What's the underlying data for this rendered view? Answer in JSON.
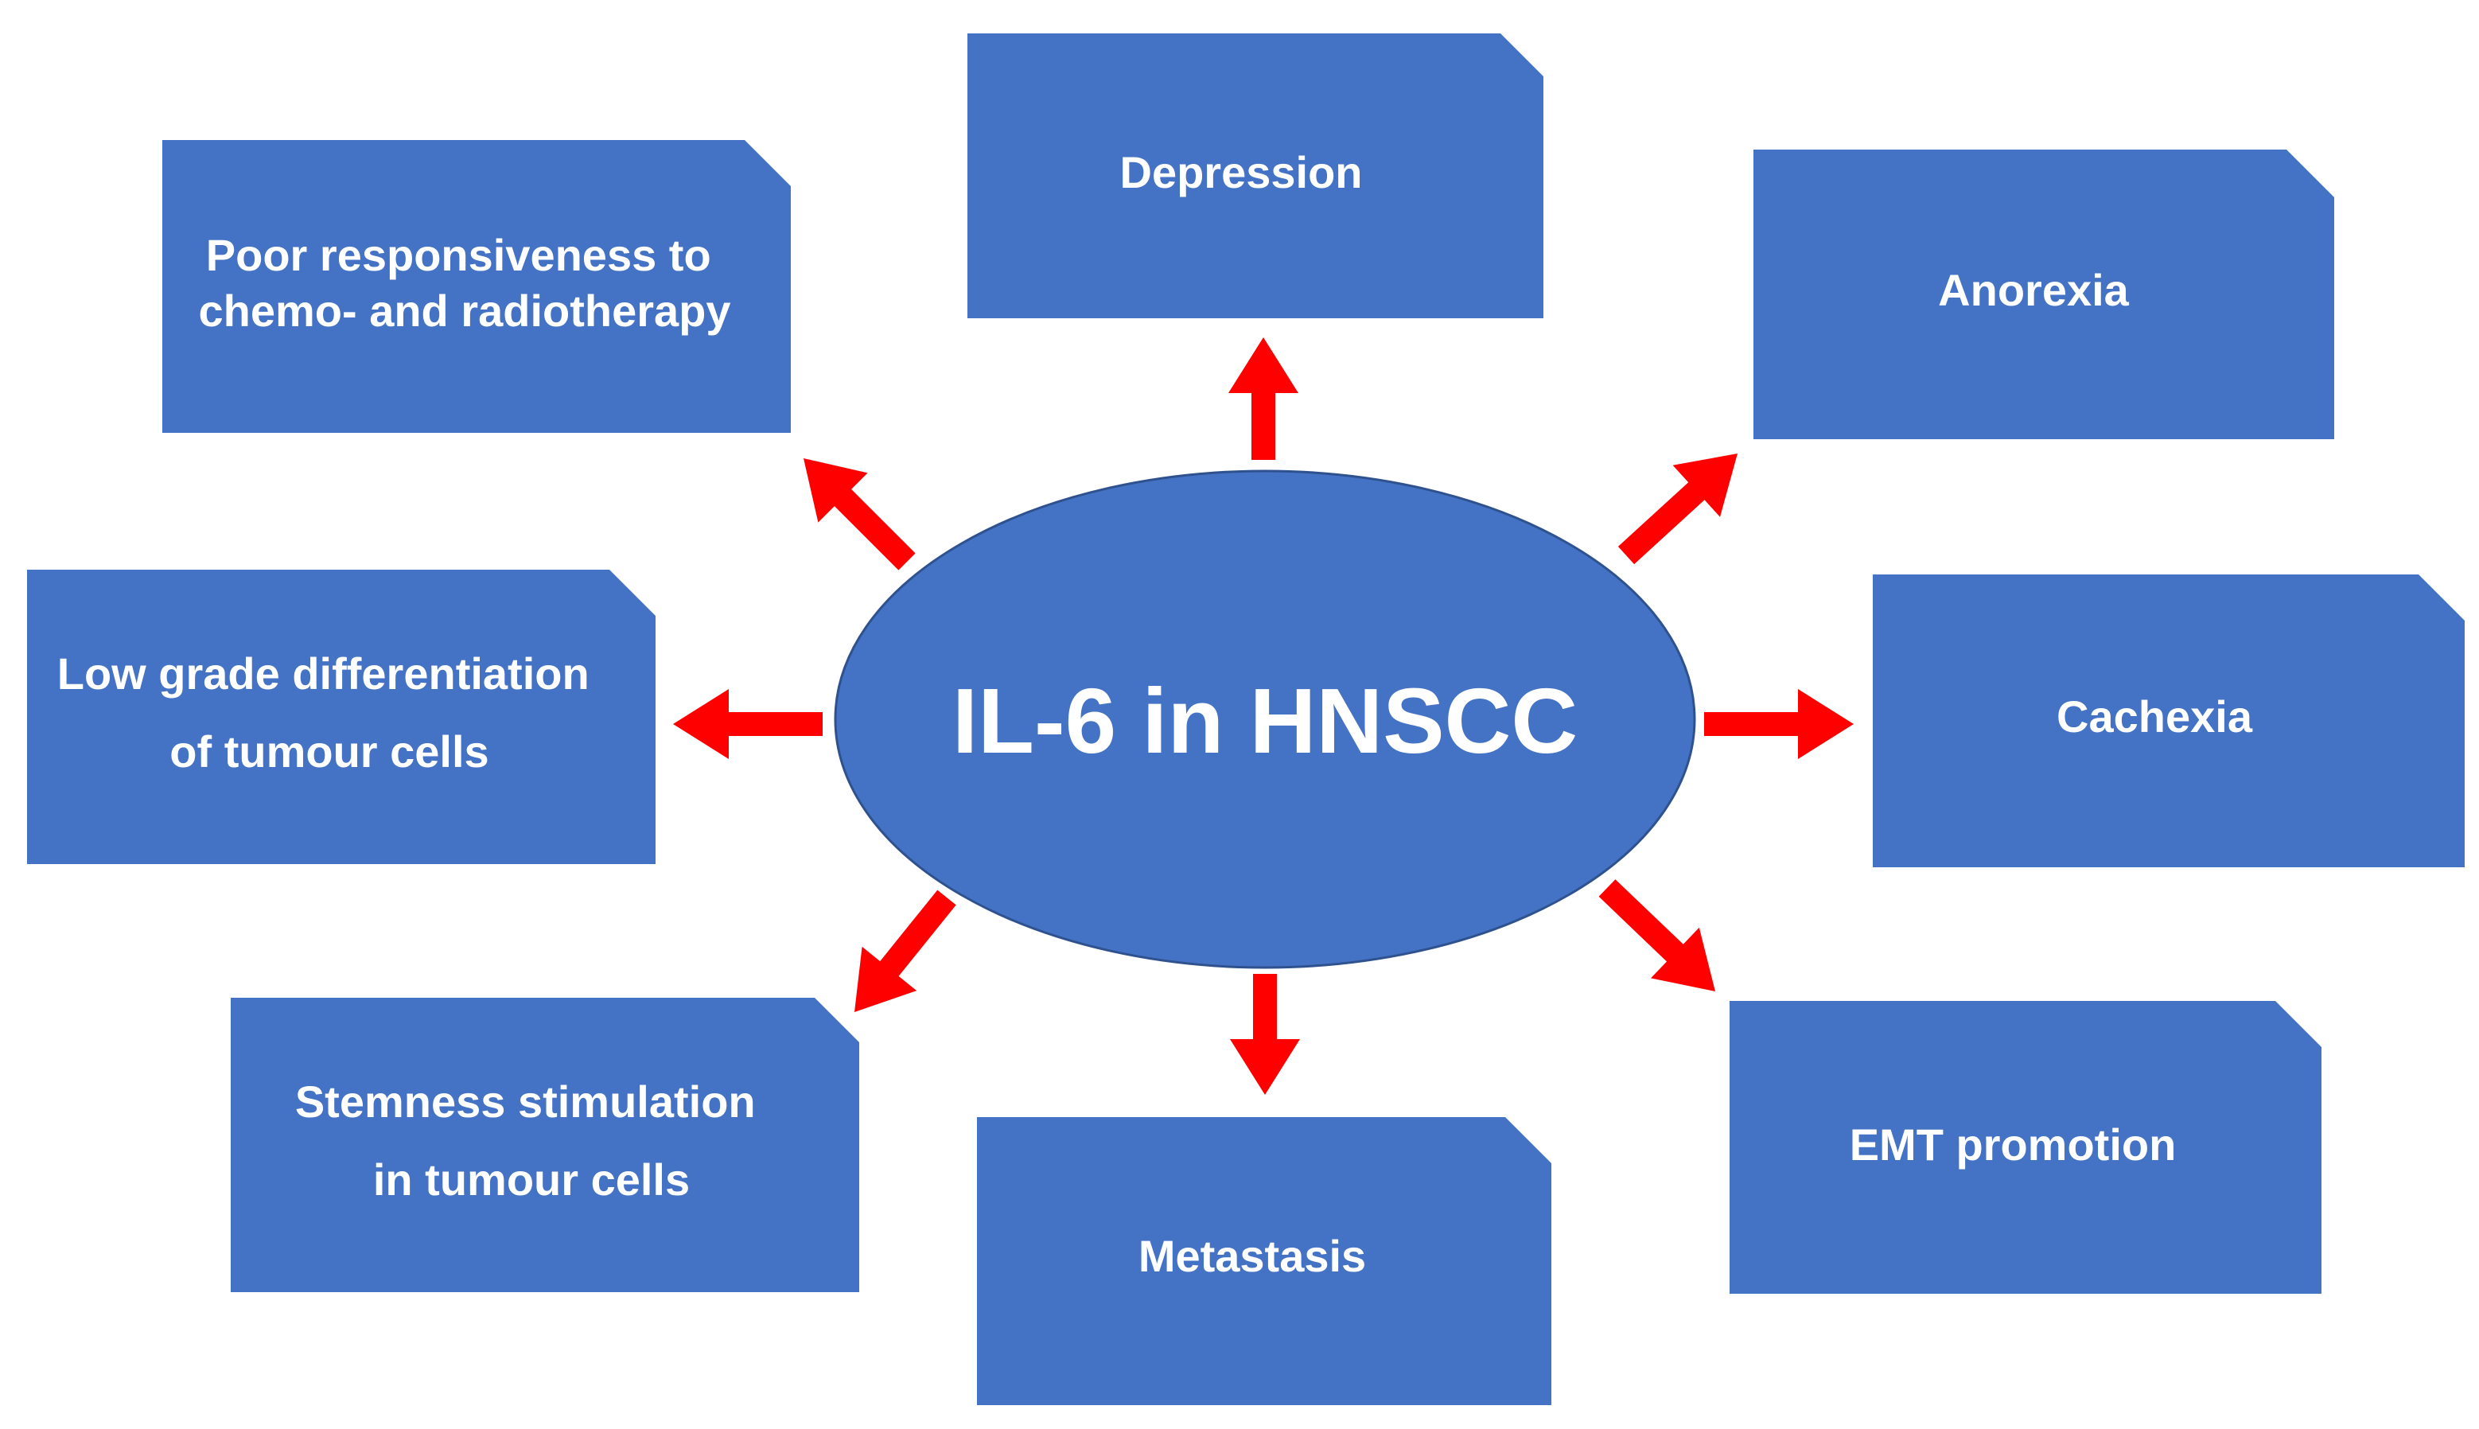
{
  "center": {
    "label": "IL-6 in HNSCC",
    "color": "#4472C4",
    "border_color": "#2F528F"
  },
  "box_color": "#4472C4",
  "arrow_color": "#FF0000",
  "effects": [
    {
      "id": "depression",
      "lines": [
        "Depression"
      ]
    },
    {
      "id": "anorexia",
      "lines": [
        "Anorexia"
      ]
    },
    {
      "id": "cachexia",
      "lines": [
        "Cachexia"
      ]
    },
    {
      "id": "emt-promotion",
      "lines": [
        "EMT promotion"
      ]
    },
    {
      "id": "metastasis",
      "lines": [
        "Metastasis"
      ]
    },
    {
      "id": "stemness-stimulation",
      "lines": [
        "Stemness stimulation",
        "in tumour cells"
      ]
    },
    {
      "id": "low-grade-differentiation",
      "lines": [
        "Low grade differentiation",
        "of tumour cells"
      ]
    },
    {
      "id": "poor-responsiveness",
      "lines": [
        "Poor responsiveness to",
        "chemo- and radiotherapy"
      ]
    }
  ]
}
